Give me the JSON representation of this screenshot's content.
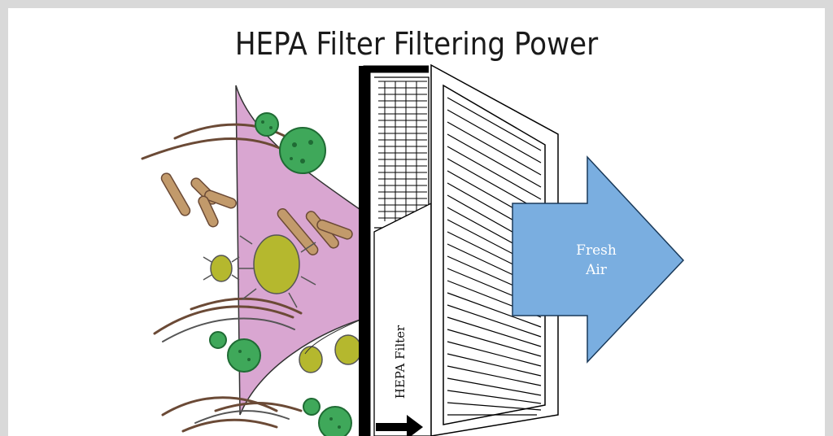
{
  "title": "HEPA Filter Filtering Power",
  "filter_label": "HEPA Filter",
  "arrow_label_line1": "Fresh",
  "arrow_label_line2": "Air",
  "colors": {
    "background": "#d9d9d9",
    "panel": "#ffffff",
    "pink_cone": "#d9a6d1",
    "virus_green": "#3fa85a",
    "virus_dark": "#1f6b34",
    "mite_yellow": "#b5b82e",
    "bacteria_tan": "#c29a6b",
    "hair_brown": "#6b4a36",
    "fresh_air_blue": "#7aaee0",
    "filter_black": "#000000"
  },
  "icons": [
    "virus-icon",
    "dust-mite-icon",
    "bacteria-icon",
    "hair-strand-icon",
    "arrow-right-icon"
  ]
}
